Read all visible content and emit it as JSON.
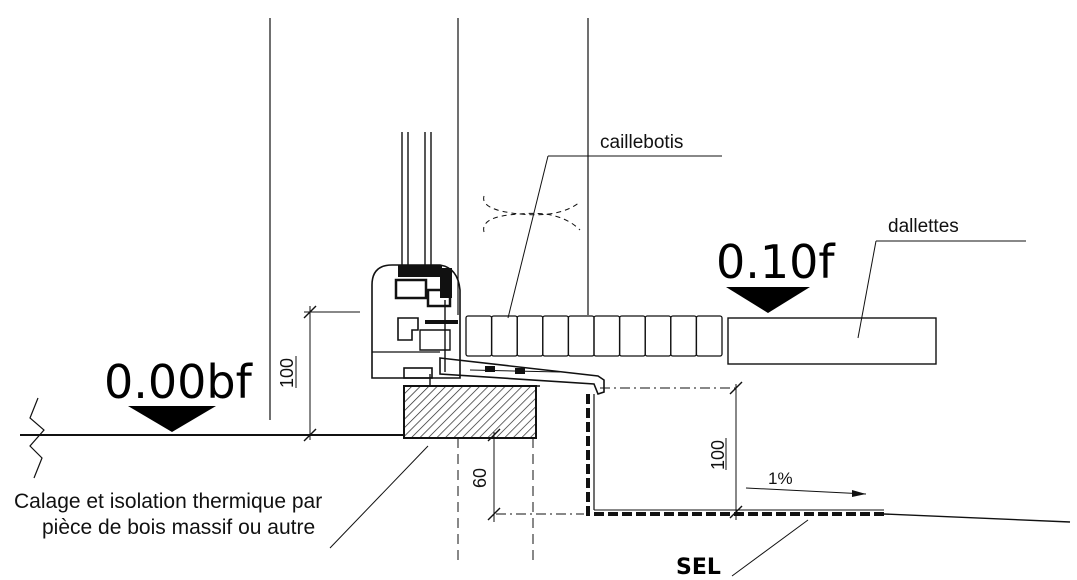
{
  "diagram": {
    "levels": {
      "left": "0.00bf",
      "right": "0.10f"
    },
    "labels": {
      "caillebotis": "caillebotis",
      "dallettes": "dallettes",
      "calage_line1": "Calage et isolation thermique par",
      "calage_line2": "pièce de bois massif ou autre",
      "sel": "SEL",
      "slope": "1%"
    },
    "dimensions": {
      "dim_100_left": "100",
      "dim_100_right": "100",
      "dim_60": "60"
    },
    "counts": {
      "grating_cells": 10
    }
  }
}
